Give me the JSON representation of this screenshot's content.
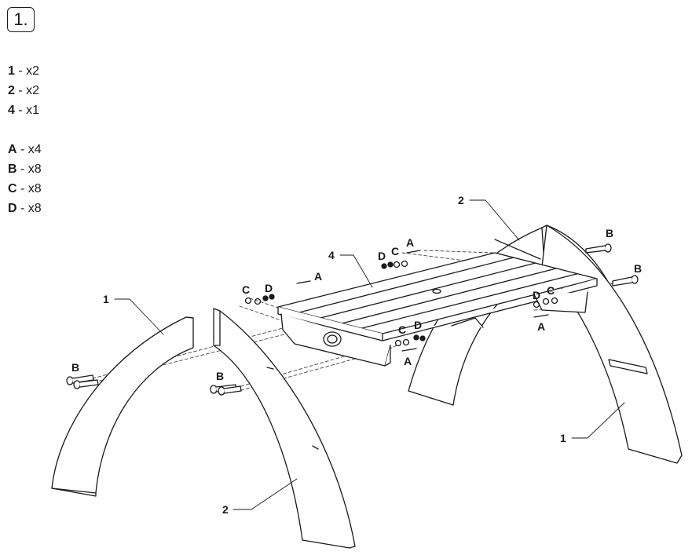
{
  "step": {
    "number": "1."
  },
  "parts": [
    {
      "id": "1",
      "qty": "x2"
    },
    {
      "id": "2",
      "qty": "x2"
    },
    {
      "id": "4",
      "qty": "x1"
    }
  ],
  "hardware": [
    {
      "id": "A",
      "qty": "x4"
    },
    {
      "id": "B",
      "qty": "x8"
    },
    {
      "id": "C",
      "qty": "x8"
    },
    {
      "id": "D",
      "qty": "x8"
    }
  ],
  "callouts": {
    "arch_left_part": "1",
    "arch_left_front": "2",
    "arch_right_back": "2",
    "arch_right_part": "1",
    "table_top": "4",
    "bolt_left_1": "B",
    "bolt_left_2": "B",
    "bolt_right_1": "B",
    "bolt_right_2": "B",
    "screw_left": "A",
    "screw_top": "A",
    "screw_front": "A",
    "screw_right": "A",
    "nut_left": "D",
    "washer_left": "C",
    "nut_top": "D",
    "washer_top": "C",
    "nut_front": "D",
    "washer_front": "C",
    "nut_right": "D",
    "washer_right": "C"
  },
  "colors": {
    "line": "#1a1a1a",
    "fill": "#ffffff",
    "dash": "#444444"
  }
}
